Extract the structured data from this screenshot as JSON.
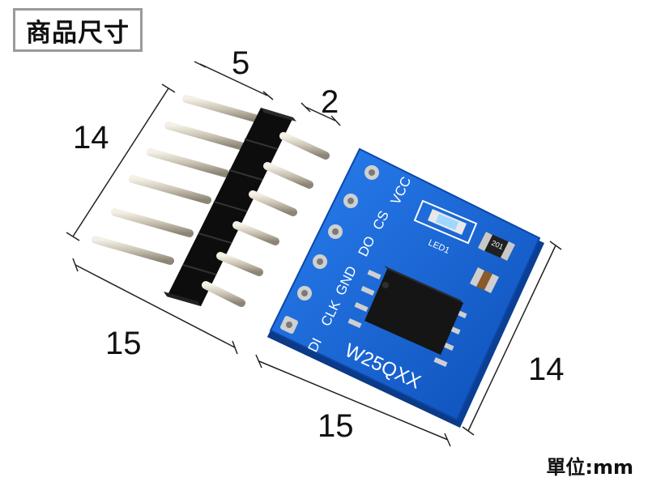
{
  "title": "商品尺寸",
  "dimensions": {
    "header_pitch": "5",
    "pin_gap": "2",
    "header_height": "14",
    "header_length": "15",
    "board_width": "15",
    "board_height": "14"
  },
  "board": {
    "pin_labels": [
      "DI",
      "CLK",
      "GND",
      "DO",
      "CS",
      "VCC"
    ],
    "chip_label": "W25QXX",
    "led_label": "LED1",
    "resistor_marking": "201",
    "colors": {
      "pcb": "#1466d6",
      "pad": "#c8c8c8",
      "chip": "#161616"
    }
  },
  "unit_label": "單位:mm"
}
